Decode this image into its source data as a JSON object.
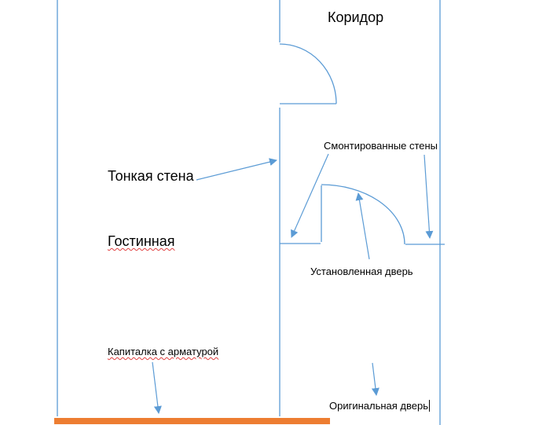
{
  "labels": {
    "corridor": "Коридор",
    "thin_wall": "Тонкая стена",
    "living_room": "Гостинная",
    "mounted_walls": "Смонтированные стены",
    "installed_door": "Установленная дверь",
    "load_bearing_wall": "Капиталка с арматурой",
    "original_door": "Оригинальная дверь"
  },
  "colors": {
    "wall_line": "#5b9bd5",
    "load_bearing": "#ed7d31",
    "arrow": "#5b9bd5"
  }
}
